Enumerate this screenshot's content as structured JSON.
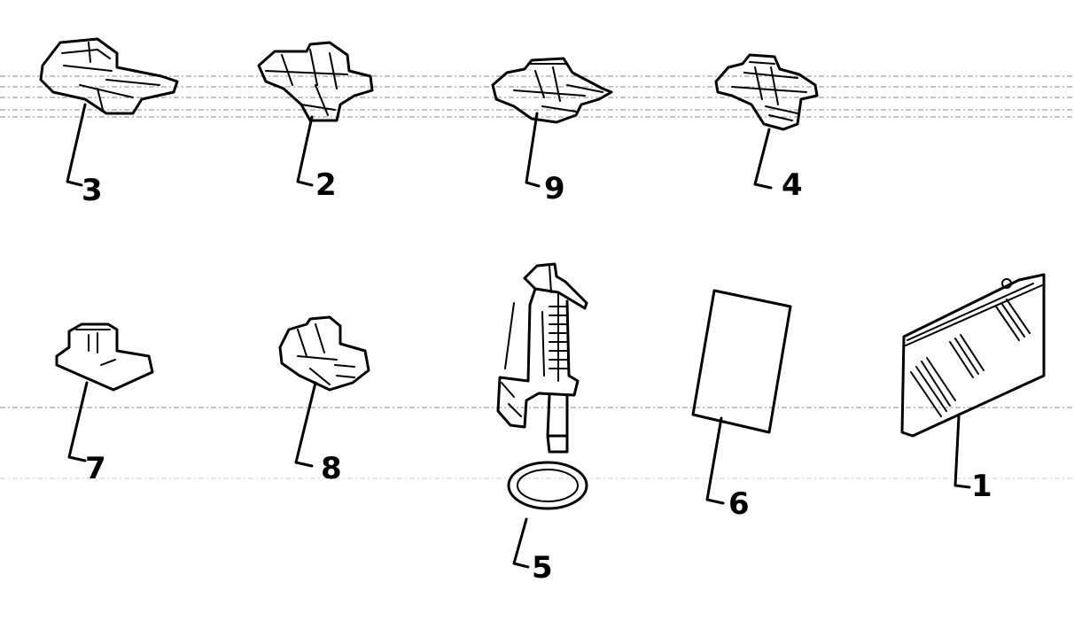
{
  "parts": [
    {
      "id": "presser-foot-3",
      "label": "3"
    },
    {
      "id": "presser-foot-2",
      "label": "2"
    },
    {
      "id": "presser-foot-9",
      "label": "9"
    },
    {
      "id": "presser-foot-4",
      "label": "4"
    },
    {
      "id": "presser-foot-7",
      "label": "7"
    },
    {
      "id": "presser-foot-8",
      "label": "8"
    },
    {
      "id": "darning-foot-5",
      "label": "5"
    },
    {
      "id": "card-6",
      "label": "6"
    },
    {
      "id": "bag-1",
      "label": "1"
    }
  ]
}
